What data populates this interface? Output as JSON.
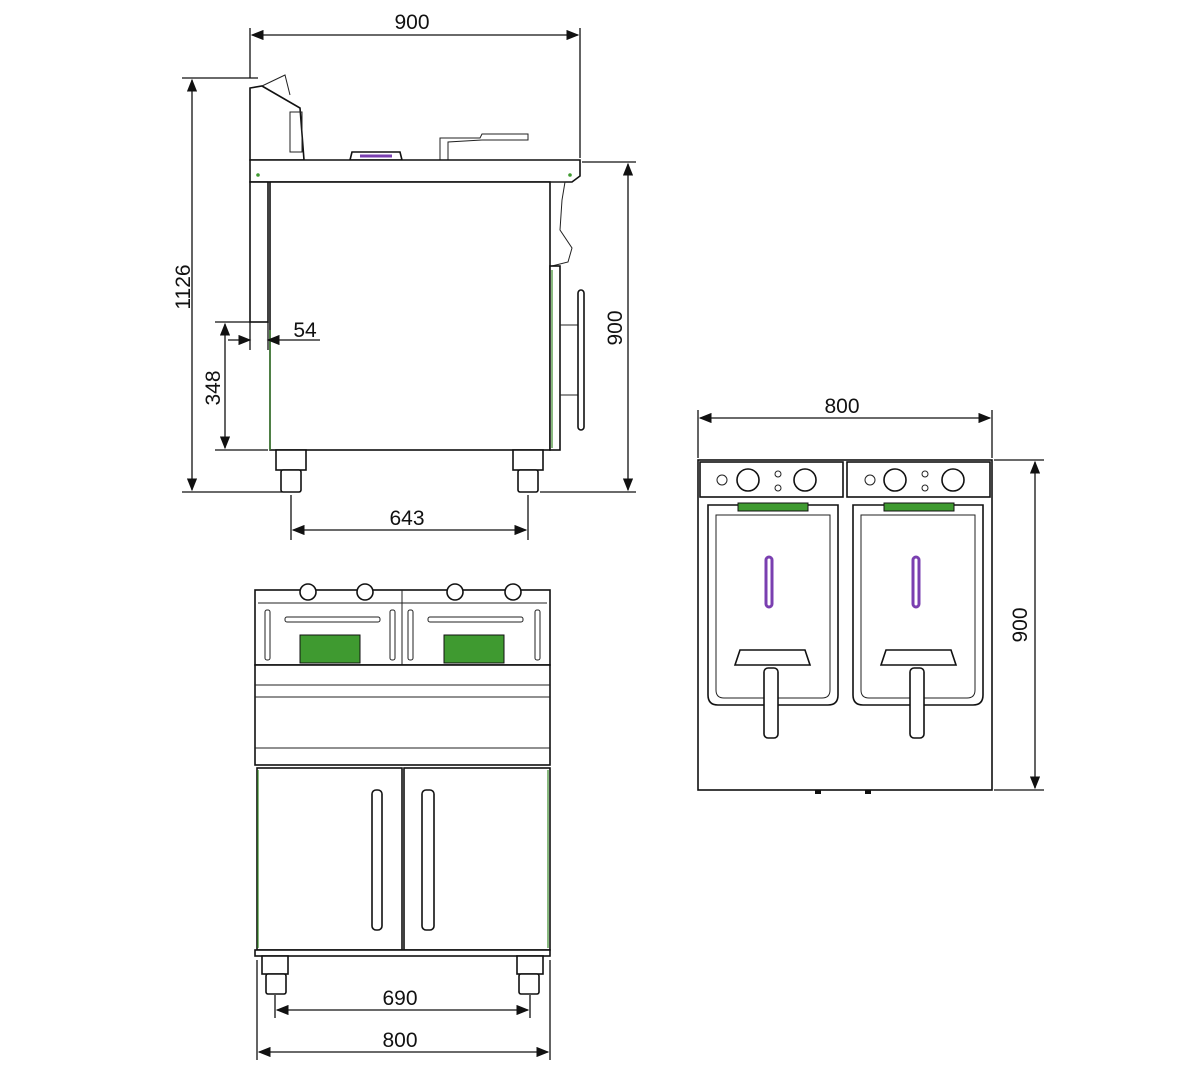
{
  "side_view": {
    "width_label": "900",
    "total_height_label": "1126",
    "worktop_height_label": "900",
    "leg_offset_label": "54",
    "clearance_label": "348",
    "foot_span_label": "643"
  },
  "front_view": {
    "foot_span_label": "690",
    "width_label": "800"
  },
  "top_view": {
    "width_label": "800",
    "depth_label": "900"
  },
  "colors": {
    "line": "#111111",
    "accent_green": "#3f9a30",
    "accent_purple": "#7a3fb0"
  }
}
